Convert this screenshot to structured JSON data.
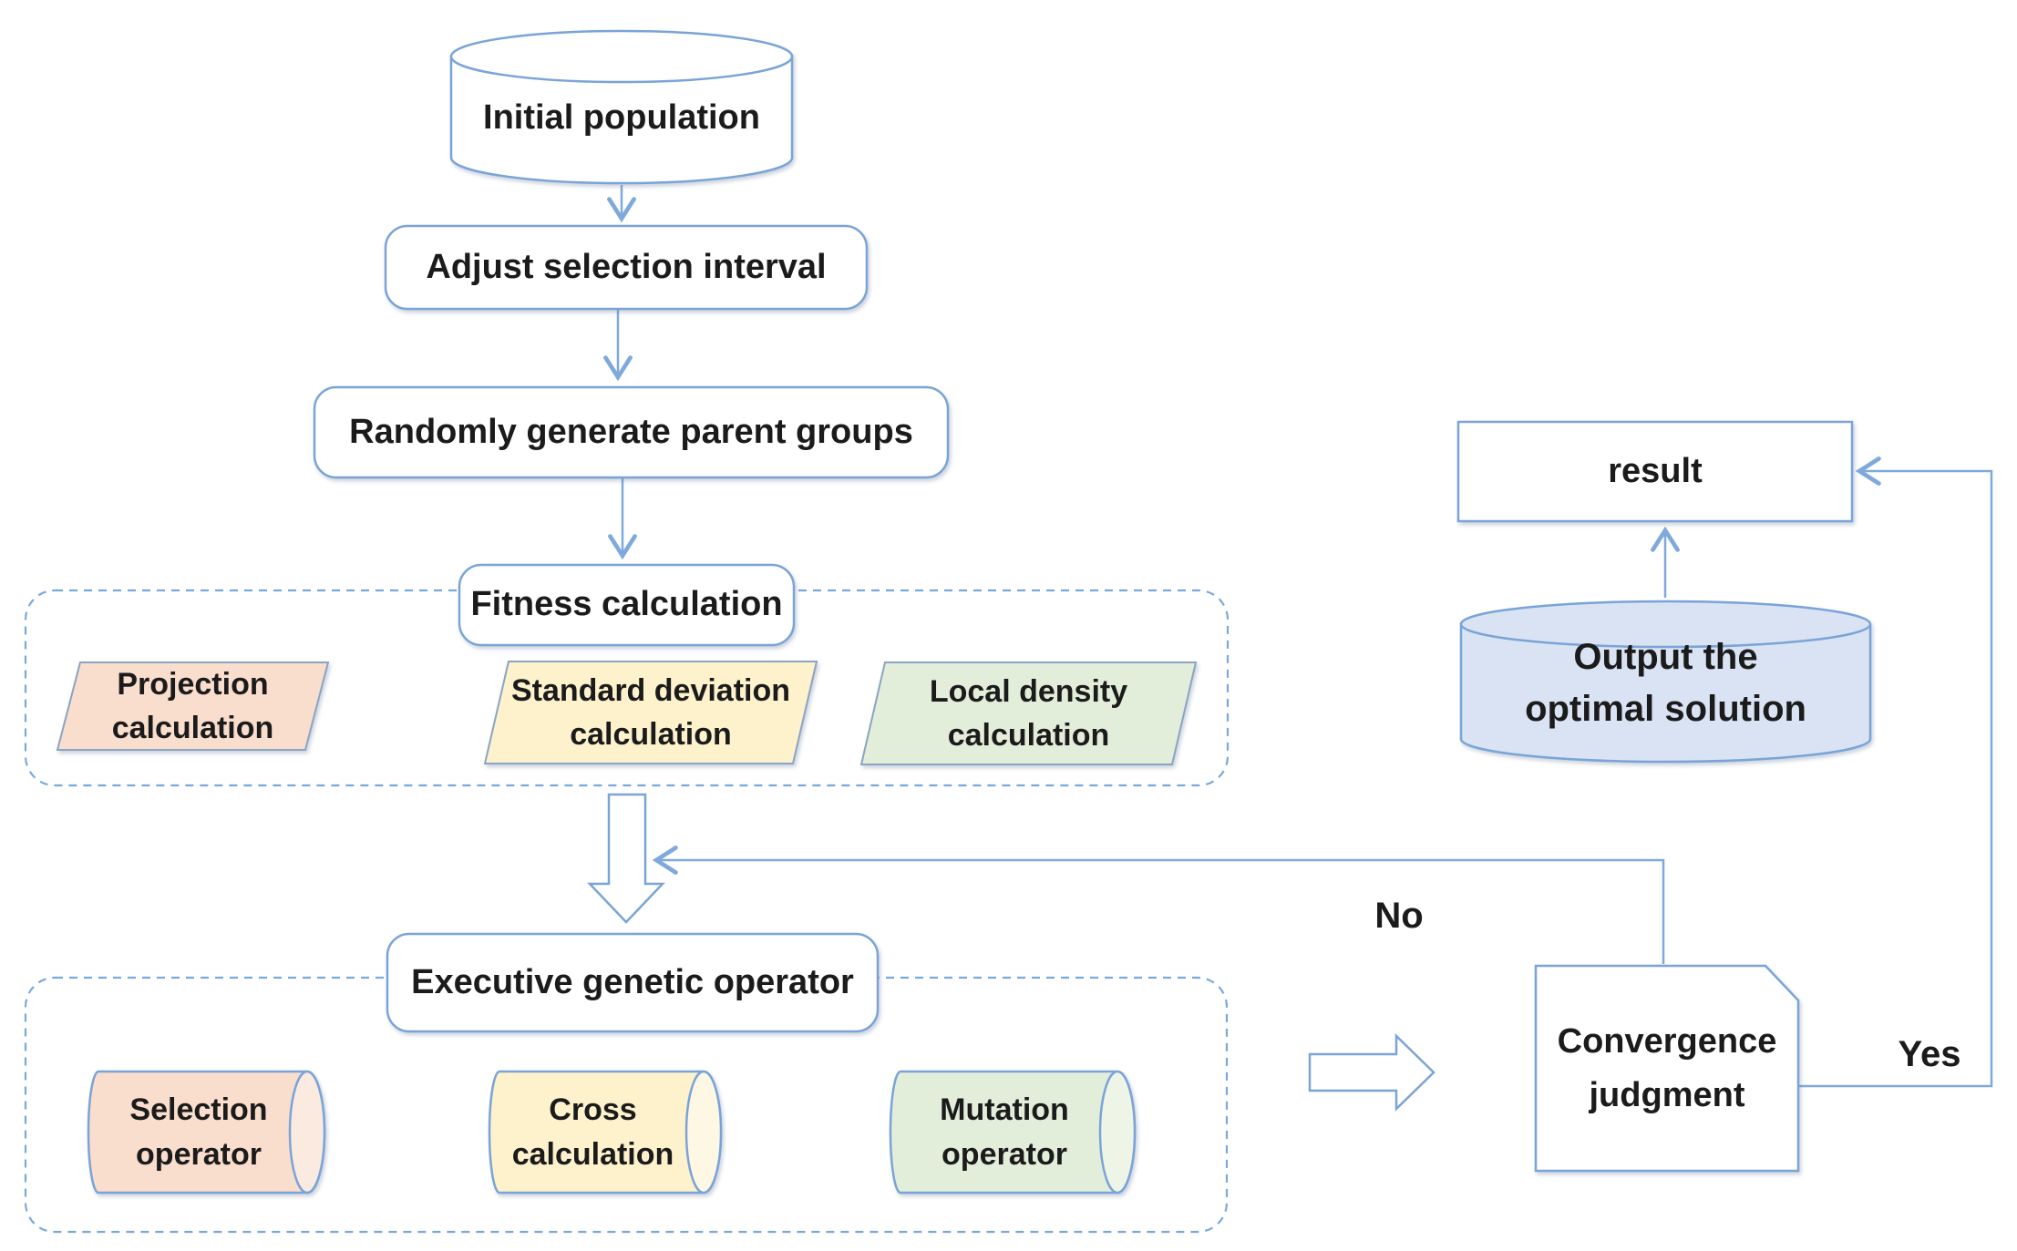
{
  "diagram": {
    "nodes": {
      "initial": "Initial population",
      "adjust": "Adjust selection interval",
      "randomly": "Randomly generate parent groups",
      "fitness": "Fitness calculation",
      "projection": "Projection\ncalculation",
      "standard": "Standard deviation\ncalculation",
      "local": "Local density\ncalculation",
      "executive": "Executive genetic operator",
      "selection": "Selection\noperator",
      "cross": "Cross\ncalculation",
      "mutation": "Mutation\noperator",
      "convergence": "Convergence\njudgment",
      "result": "result",
      "output": "Output the\noptimal solution"
    },
    "labels": {
      "no": "No",
      "yes": "Yes"
    },
    "colors": {
      "accent_border": "#7aa4d7",
      "line": "#7fa9dc",
      "dashed_border": "#79a9dc",
      "peach": "#f9ddcd",
      "peach_cap": "#fbeadf",
      "yellow": "#fdf2cc",
      "yellow_cap": "#fef7e3",
      "green": "#e3eeda",
      "green_cap": "#eef5e7",
      "lavender": "#dae3f3",
      "parallelogram_border": "#8aa4c4",
      "text": "#1b1b1b",
      "shape_fill": "#ffffff"
    }
  }
}
